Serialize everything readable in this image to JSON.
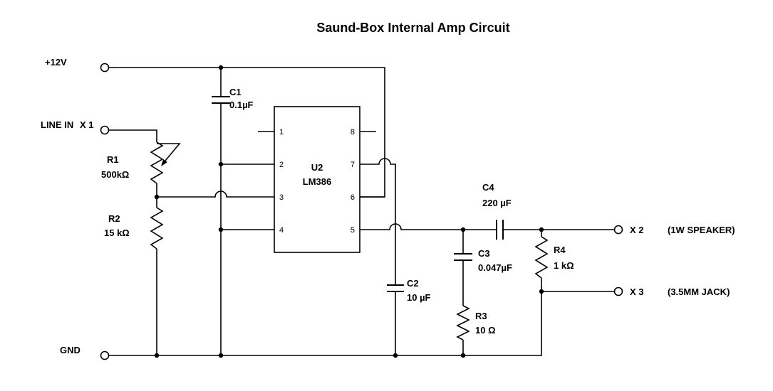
{
  "title": "Saund-Box Internal Amp Circuit",
  "power": {
    "v12_label": "+12V",
    "gnd_label": "GND"
  },
  "input": {
    "label": "LINE IN",
    "terminal": "X 1"
  },
  "outputs": {
    "x2": {
      "terminal": "X 2",
      "note": "(1W SPEAKER)"
    },
    "x3": {
      "terminal": "X 3",
      "note": "(3.5MM JACK)"
    }
  },
  "ic": {
    "ref": "U2",
    "part": "LM386",
    "pins_left": [
      "1",
      "2",
      "3",
      "4"
    ],
    "pins_right": [
      "8",
      "7",
      "6",
      "5"
    ]
  },
  "components": {
    "c1": {
      "ref": "C1",
      "value": "0.1µF"
    },
    "c2": {
      "ref": "C2",
      "value": "10 µF"
    },
    "c3": {
      "ref": "C3",
      "value": "0.047µF"
    },
    "c4": {
      "ref": "C4",
      "value": "220 µF"
    },
    "r1": {
      "ref": "R1",
      "value": "500kΩ"
    },
    "r2": {
      "ref": "R2",
      "value": "15 kΩ"
    },
    "r3": {
      "ref": "R3",
      "value": "10 Ω"
    },
    "r4": {
      "ref": "R4",
      "value": "1 kΩ"
    }
  }
}
